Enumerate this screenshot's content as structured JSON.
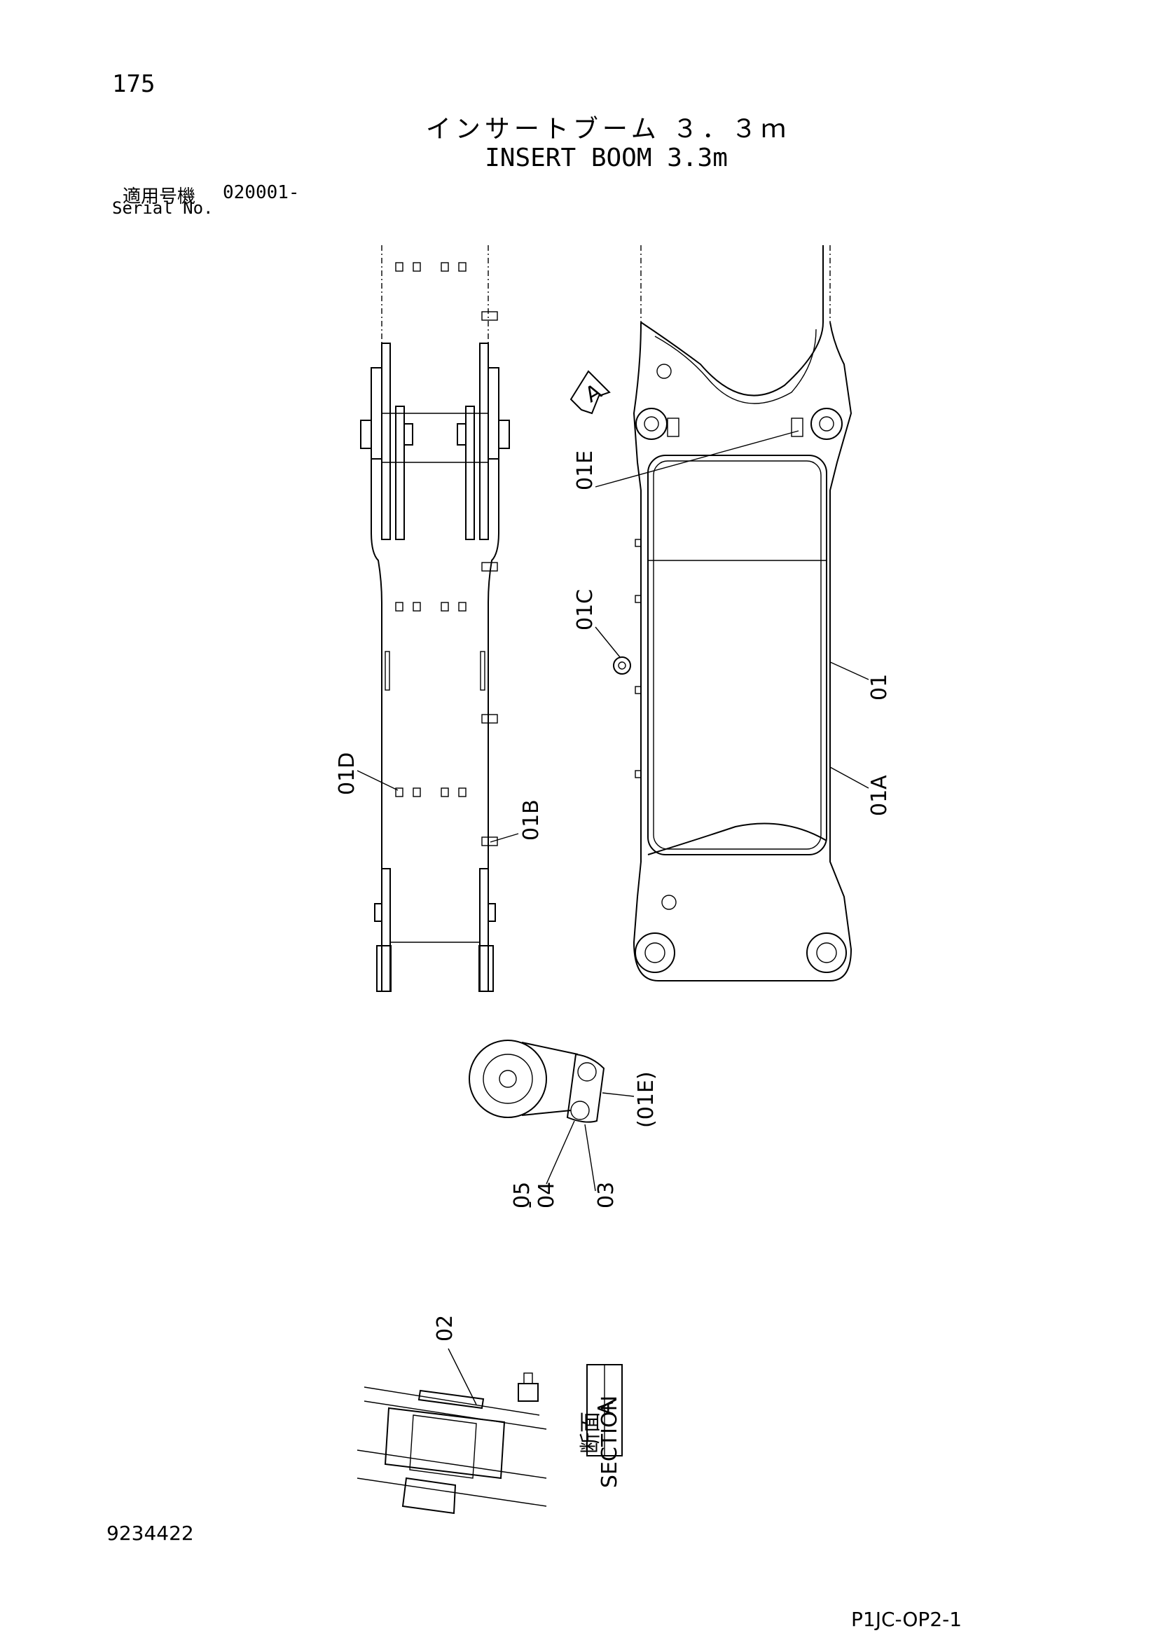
{
  "header": {
    "page_number": "175",
    "title_jp": "インサートブーム ３．３ｍ",
    "title_en": "INSERT BOOM 3.3m",
    "serial_label_jp": "適用号機",
    "serial_range": "020001-",
    "serial_label_en": "Serial No."
  },
  "callouts": {
    "c_01": "01",
    "c_01a": "01A",
    "c_01b": "01B",
    "c_01c": "01C",
    "c_01d": "01D",
    "c_01e": "01E",
    "c_01e_paren": "(01E)",
    "c_02": "02",
    "c_03": "03",
    "c_04": "04",
    "c_05": "05",
    "view_arrow": "A"
  },
  "section_box": {
    "letter": "A",
    "kanji_1": "断",
    "kanji_2": "面",
    "word": "SECTION"
  },
  "footer": {
    "doc_number": "9234422",
    "sheet_code": "P1JC-OP2-1"
  }
}
